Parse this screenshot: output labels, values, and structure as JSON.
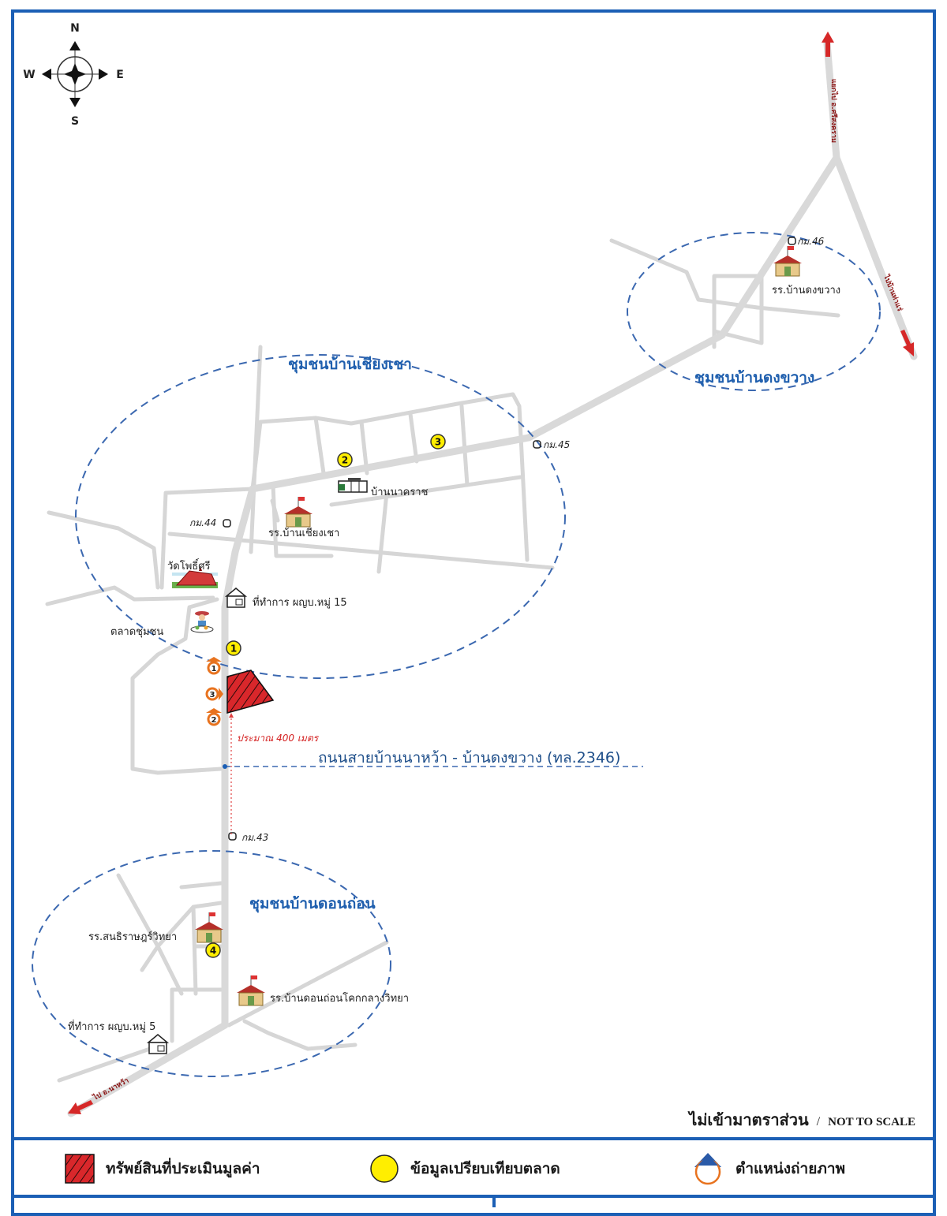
{
  "compass": {
    "n": "N",
    "s": "S",
    "e": "E",
    "w": "W"
  },
  "communities": [
    {
      "name": "ชุมชนบ้านเชียงเชา"
    },
    {
      "name": "ชุมชนบ้านดงขวาง"
    },
    {
      "name": "ชุมชนบ้านดอนถ่อน"
    }
  ],
  "landmarks": {
    "school_dongkhwang": "รร.บ้านดงขวาง",
    "school_chiangchao": "รร.บ้านเชียงเชา",
    "ban_nakhrat": "บ้านนาคราช",
    "wat_phosri": "วัดโพธิ์ศรี",
    "office_moo15": "ที่ทำการ ผญบ.หมู่ 15",
    "market": "ตลาดชุมชน",
    "school_sonthirat": "รร.สนธิราษฎร์วิทยา",
    "school_donthon": "รร.บ้านดอนถ่อนโคกกลางวิทยา",
    "office_moo5": "ที่ทำการ ผญบ.หมู่ 5"
  },
  "km_markers": {
    "km43": "กม.43",
    "km44": "กม.44",
    "km45": "กม.45",
    "km46": "กม.46"
  },
  "directions": {
    "north": "แยกไป อ.ศรีสงคราม",
    "southeast": "ไปบ้านท่าแร่",
    "southwest": "ไป อ.นาหว้า"
  },
  "road_name": "ถนนสายบ้านนาหว้า - บ้านดงขวาง (ทล.2346)",
  "distance_note": "ประมาณ 400 เมตร",
  "comparables": [
    "1",
    "2",
    "3",
    "4"
  ],
  "photo_points": [
    "1",
    "3",
    "2"
  ],
  "scale_note": {
    "th": "ไม่เข้ามาตราส่วน",
    "sep": "/",
    "en": "NOT TO SCALE"
  },
  "legend": {
    "subject": "ทรัพย์สินที่ประเมินมูลค่า",
    "comparable": "ข้อมูลเปรียบเทียบตลาด",
    "photo": "ตำแหน่งถ่ายภาพ"
  },
  "colors": {
    "frame": "#1b5fb5",
    "road": "#d9d9d9",
    "community_outline": "#3b68b0",
    "subject": "#d9272b",
    "comparable": "#ffee00",
    "photo_marker": "#e8731f",
    "arrow": "#d62828"
  }
}
